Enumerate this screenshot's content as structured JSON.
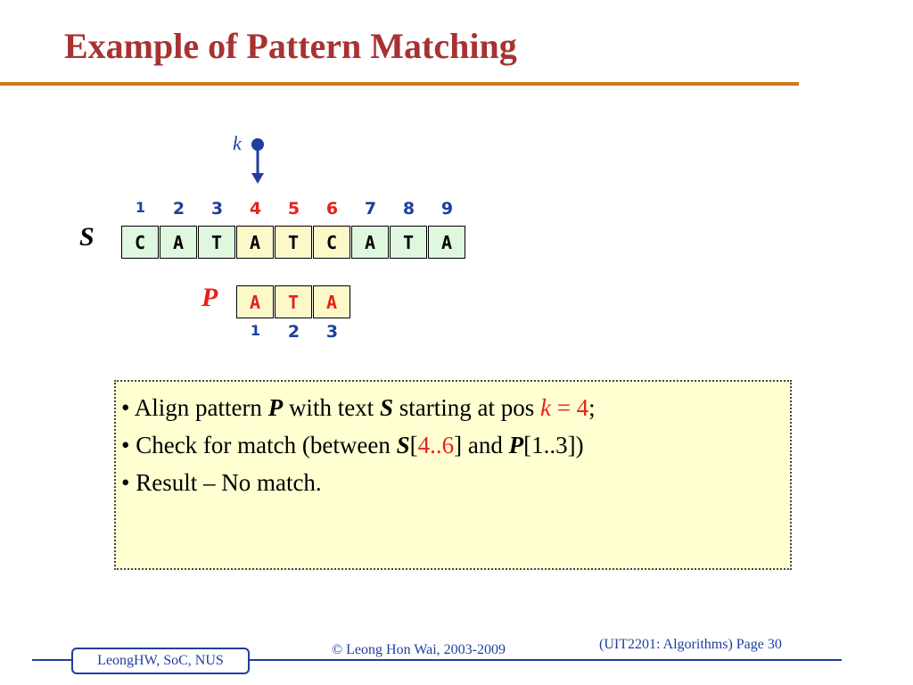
{
  "slide": {
    "title": "Example of Pattern Matching",
    "k_label": "k"
  },
  "text_S": {
    "label": "S",
    "indices": [
      "1",
      "2",
      "3",
      "4",
      "5",
      "6",
      "7",
      "8",
      "9"
    ],
    "chars": [
      "C",
      "A",
      "T",
      "A",
      "T",
      "C",
      "A",
      "T",
      "A"
    ],
    "highlight_positions": [
      4,
      5,
      6
    ]
  },
  "pattern_P": {
    "label": "P",
    "indices": [
      "1",
      "2",
      "3"
    ],
    "chars": [
      "A",
      "T",
      "A"
    ]
  },
  "notes": {
    "bullet": "•",
    "line1": {
      "a": "Align pattern ",
      "p": "P",
      "b": " with text ",
      "s": "S",
      "c": " starting at pos ",
      "k": "k",
      "eq": " = 4",
      "semi": ";"
    },
    "line2": {
      "a": "Check for match (between ",
      "s": "S",
      "lb": "[",
      "range": "4..6",
      "rb": "] and ",
      "p": "P",
      "rest": "[1..3])"
    },
    "line3": {
      "a": "Result – No match."
    }
  },
  "footer": {
    "name": "LeongHW, SoC, NUS",
    "copyright": "© Leong Hon Wai, 2003-2009",
    "page": "(UIT2201: Algorithms) Page 30"
  },
  "colors": {
    "title": "#a83232",
    "title_rule": "#cc7a1a",
    "index_blue": "#1f3f9e",
    "highlight_red": "#e8201a",
    "cell_green": "#dff6df",
    "cell_yellow": "#fdf8c8",
    "notes_bg": "#ffffd2"
  }
}
